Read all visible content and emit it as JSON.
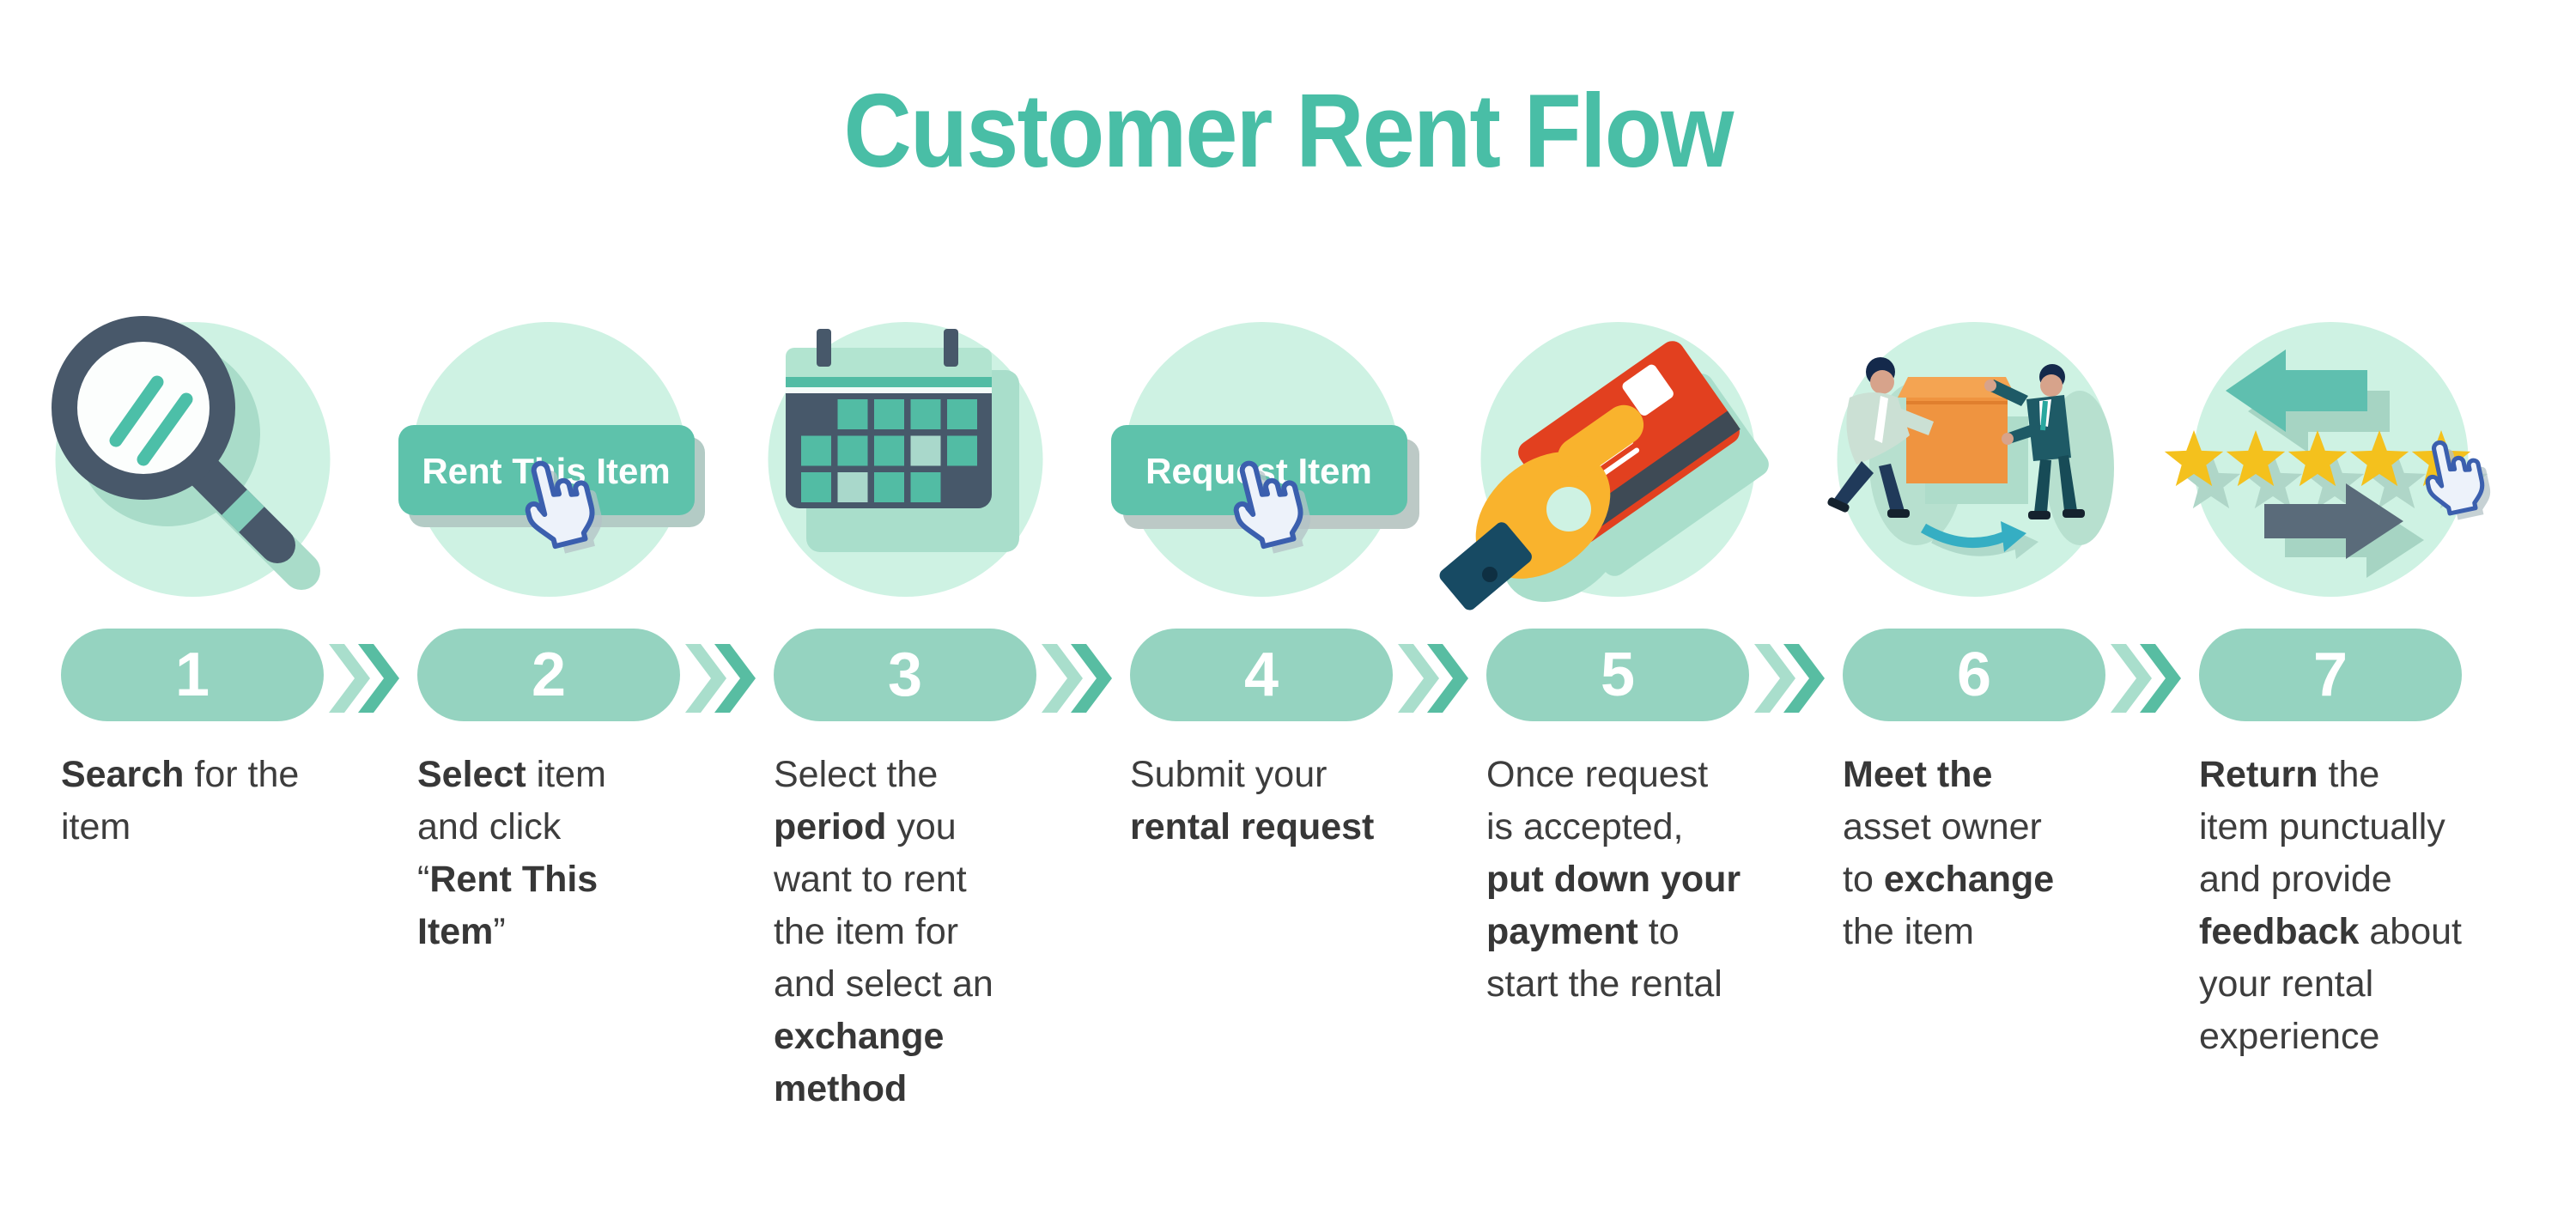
{
  "title": "Customer Rent Flow",
  "colors": {
    "accent_teal": "#49BEA6",
    "mint_circle": "#CEF2E3",
    "mint_shadow": "#A9DECB",
    "pill_green": "#95D3C0",
    "chevron_light": "#A9DECC",
    "chevron_dark": "#58BDA2",
    "button_green": "#5EC2AB",
    "slate": "#48586A",
    "text": "#3D3D3D",
    "star_gold": "#F4C11D",
    "card_red": "#E2401F",
    "hand_yellow": "#F9B32D",
    "arrow_teal": "#35AEC3"
  },
  "steps": [
    {
      "number": "1",
      "icon": "magnifier-search-icon",
      "segments": [
        {
          "t": "Search",
          "b": true
        },
        {
          "t": " for the\nitem",
          "b": false
        }
      ]
    },
    {
      "number": "2",
      "icon": "rent-this-item-button-icon",
      "button_label": "Rent This Item",
      "segments": [
        {
          "t": "Select",
          "b": true
        },
        {
          "t": " item\nand click\n“",
          "b": false
        },
        {
          "t": "Rent This\nItem",
          "b": true
        },
        {
          "t": "”",
          "b": false
        }
      ]
    },
    {
      "number": "3",
      "icon": "calendar-icon",
      "segments": [
        {
          "t": "Select the\n",
          "b": false
        },
        {
          "t": "period",
          "b": true
        },
        {
          "t": " you\nwant to rent\nthe item for\nand select an\n",
          "b": false
        },
        {
          "t": "exchange\nmethod",
          "b": true
        }
      ]
    },
    {
      "number": "4",
      "icon": "request-item-button-icon",
      "button_label": "Request Item",
      "segments": [
        {
          "t": "Submit your\n",
          "b": false
        },
        {
          "t": "rental request",
          "b": true
        }
      ]
    },
    {
      "number": "5",
      "icon": "credit-card-payment-icon",
      "segments": [
        {
          "t": "Once request\nis accepted,\n",
          "b": false
        },
        {
          "t": "put down your\npayment",
          "b": true
        },
        {
          "t": " to\nstart the rental",
          "b": false
        }
      ]
    },
    {
      "number": "6",
      "icon": "item-exchange-people-icon",
      "segments": [
        {
          "t": "Meet the",
          "b": true
        },
        {
          "t": "\nasset owner\nto ",
          "b": false
        },
        {
          "t": "exchange",
          "b": true
        },
        {
          "t": "\nthe item",
          "b": false
        }
      ]
    },
    {
      "number": "7",
      "icon": "star-rating-feedback-icon",
      "segments": [
        {
          "t": "Return",
          "b": true
        },
        {
          "t": " the\nitem punctually\nand provide\n",
          "b": false
        },
        {
          "t": "feedback",
          "b": true
        },
        {
          "t": " about\nyour rental\nexperience",
          "b": false
        }
      ]
    }
  ]
}
